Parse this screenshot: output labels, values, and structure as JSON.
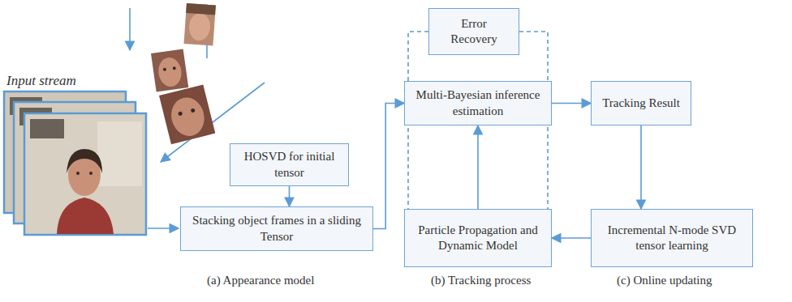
{
  "diagram": {
    "nodes": [
      {
        "text": [
          "HOSVD for initial tensor"
        ]
      },
      {
        "text": [
          "Stacking object frames in a sliding Tensor"
        ]
      },
      {
        "text": [
          "Error Recovery"
        ]
      },
      {
        "text": [
          "Multi-Bayesian inference estimation"
        ]
      },
      {
        "text": [
          "Particle Propagation and Dynamic Model"
        ]
      },
      {
        "text": [
          "Tracking Result"
        ]
      },
      {
        "text": [
          "Incremental N-mode SVD tensor learning"
        ]
      }
    ],
    "edges": [
      {
        "from": 0,
        "to": 1,
        "arrow": "to"
      },
      {
        "from": 1,
        "to": 3,
        "arrow": "to"
      },
      {
        "from": 3,
        "to": 5,
        "arrow": "to"
      },
      {
        "from": 5,
        "to": 6,
        "arrow": "to"
      },
      {
        "from": 6,
        "to": 4,
        "arrow": "to"
      },
      {
        "from": 4,
        "to": 3,
        "arrow": "to"
      },
      {
        "from": 2,
        "to": 4,
        "arrow": "none"
      },
      {
        "from": 2,
        "to": 4,
        "arrow": "none"
      }
    ],
    "labels": [
      "Input stream",
      "(a) Appearance model",
      "(b) Tracking process",
      "(c) Online updating"
    ]
  }
}
